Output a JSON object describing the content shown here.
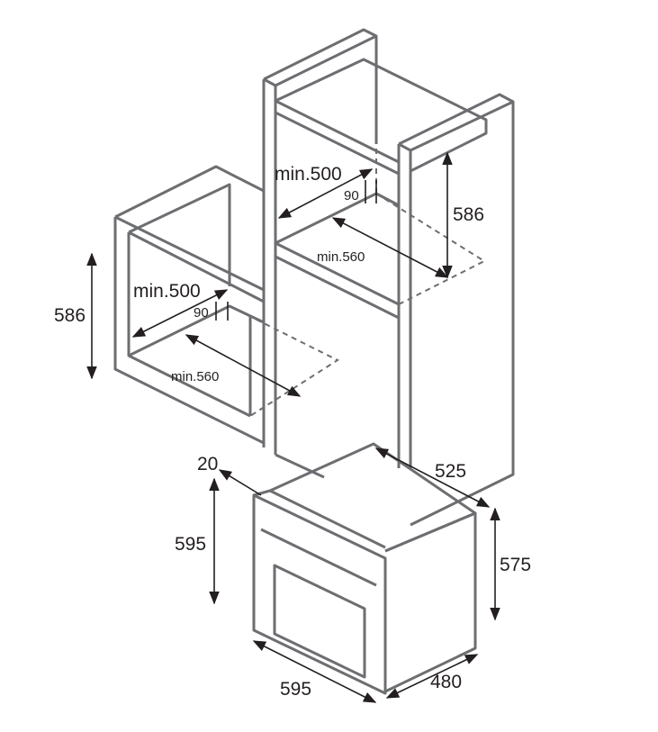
{
  "colors": {
    "outline": "#6d6e71",
    "dimension": "#231f20"
  },
  "labels": {
    "upper_depth": "min.500",
    "upper_gap": "90",
    "upper_height": "586",
    "upper_width": "min.560",
    "lower_depth": "min.500",
    "lower_gap": "90",
    "lower_height": "586",
    "lower_width": "min.560",
    "oven_panel": "20",
    "oven_depth": "525",
    "oven_front_height": "595",
    "oven_body_height": "575",
    "oven_front_width": "595",
    "oven_body_width": "480"
  }
}
